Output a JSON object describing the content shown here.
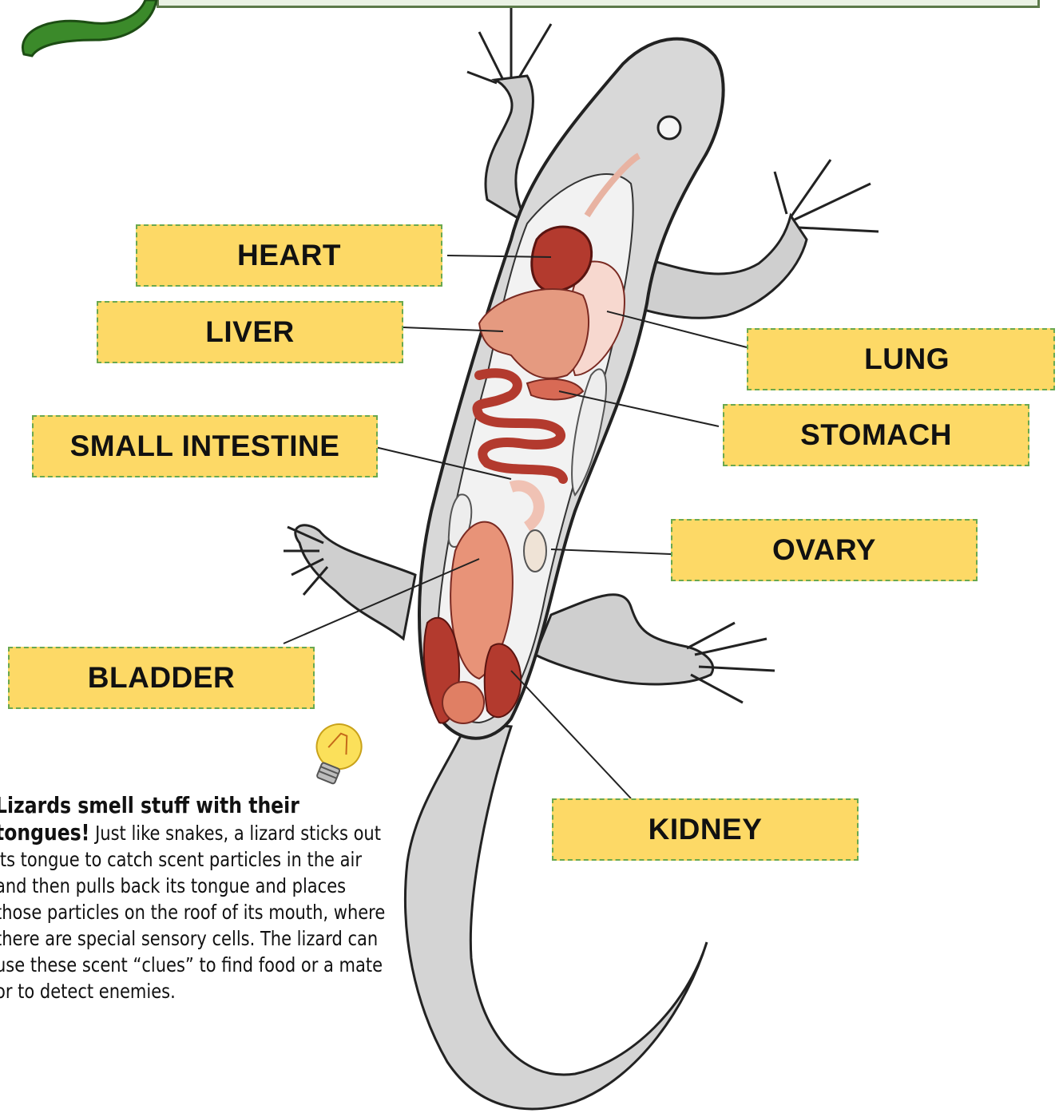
{
  "labels": {
    "heart": "HEART",
    "liver": "LIVER",
    "small_intestine": "SMALL INTESTINE",
    "bladder": "BLADDER",
    "lung": "LUNG",
    "stomach": "STOMACH",
    "ovary": "OVARY",
    "kidney": "KIDNEY"
  },
  "fact": {
    "title": "Lizards smell stuff with their tongues!",
    "body": "Just like snakes, a lizard sticks out its tongue to catch scent particles in the air and then pulls back its tongue and places those particles on the roof of its mouth, where there are special sensory cells. The lizard can use these scent “clues” to find food or a mate or to detect enemies."
  },
  "colors": {
    "label_fill": "#fdd966",
    "label_border": "#6aa84f",
    "lizard_body": "#d6d6d6",
    "organ_dark": "#b33a2e",
    "organ_light": "#e59a80"
  },
  "icons": [
    "lightbulb-icon",
    "gecko-logo-icon"
  ]
}
